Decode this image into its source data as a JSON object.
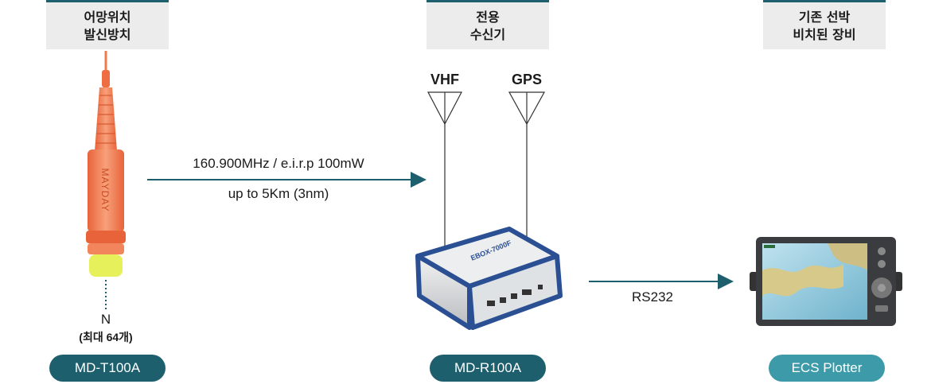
{
  "columns": [
    {
      "header_line1": "어망위치",
      "header_line2": "발신방치",
      "model": "MD-T100A"
    },
    {
      "header_line1": "전용",
      "header_line2": "수신기",
      "model": "MD-R100A"
    },
    {
      "header_line1": "기존 선박",
      "header_line2": "비치된 장비",
      "model": "ECS Plotter"
    }
  ],
  "link1": {
    "line1": "160.900MHz / e.i.r.p 100mW",
    "line2": "up to 5Km (3nm)"
  },
  "link2": {
    "label": "RS232"
  },
  "antennas": {
    "left": "VHF",
    "right": "GPS"
  },
  "transmitter": {
    "count_label": "N",
    "count_note": "(최대 64개)",
    "brand_text": "MAYDAY"
  },
  "receiver": {
    "brand_text": "EBOX-7000F"
  },
  "colors": {
    "accent": "#1e5f6e",
    "pill_dark": "#1e5f6e",
    "pill_light": "#3d9aa8",
    "orange": "#f07a4e",
    "yellow": "#e8f25a"
  }
}
